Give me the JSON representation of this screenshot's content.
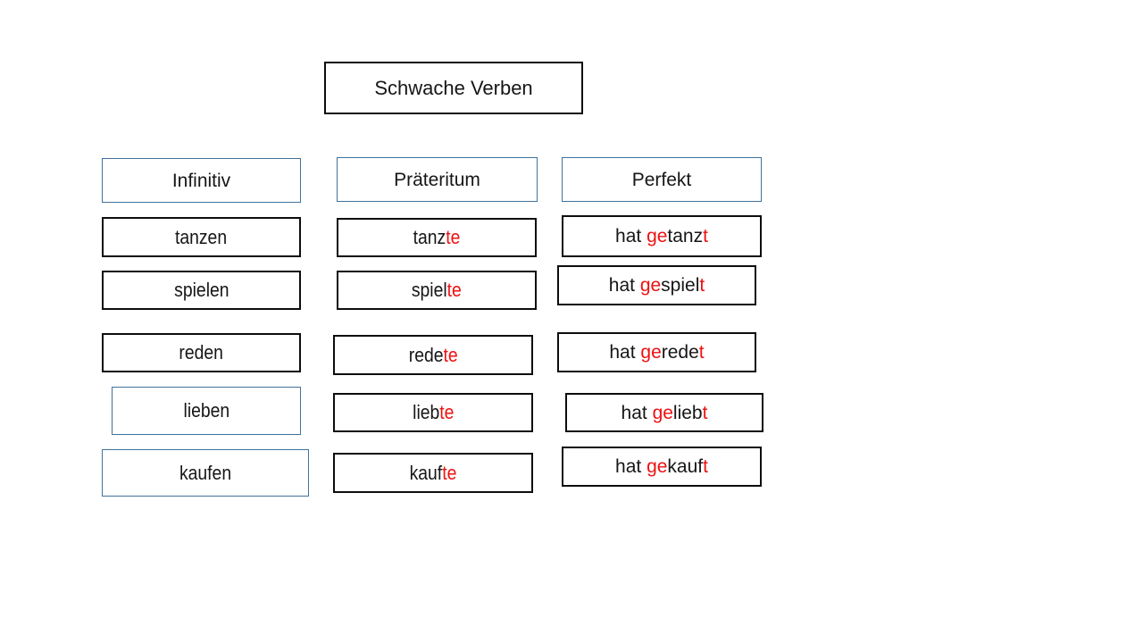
{
  "title": "Schwache Verben",
  "headers": {
    "infinitiv": "Infinitiv",
    "praeteritum": "Präteritum",
    "perfekt": "Perfekt"
  },
  "rows": [
    {
      "infinitive": "tanzen",
      "praeteritum": {
        "stem": "tanz",
        "ending": "te"
      },
      "perfekt": {
        "aux": "hat ",
        "prefix": "ge",
        "stem": "tanz",
        "suffix": "t"
      }
    },
    {
      "infinitive": "spielen",
      "praeteritum": {
        "stem": "spiel",
        "ending": "te"
      },
      "perfekt": {
        "aux": "hat ",
        "prefix": "ge",
        "stem": "spiel",
        "suffix": "t"
      }
    },
    {
      "infinitive": "reden",
      "praeteritum": {
        "stem": "rede",
        "ending": "te"
      },
      "perfekt": {
        "aux": "hat ",
        "prefix": "ge",
        "stem": "rede",
        "suffix": "t"
      }
    },
    {
      "infinitive": "lieben",
      "praeteritum": {
        "stem": "lieb",
        "ending": "te"
      },
      "perfekt": {
        "aux": "hat ",
        "prefix": "ge",
        "stem": "lieb",
        "suffix": "t"
      }
    },
    {
      "infinitive": "kaufen",
      "praeteritum": {
        "stem": "kauf",
        "ending": "te"
      },
      "perfekt": {
        "aux": "hat ",
        "prefix": "ge",
        "stem": "kauf",
        "suffix": "t"
      }
    }
  ],
  "colors": {
    "header_border_blue": "#41719C",
    "cell_border_black": "#0D0D0D",
    "ending_highlight_red": "#EE1111",
    "background": "#FFFFFF"
  }
}
